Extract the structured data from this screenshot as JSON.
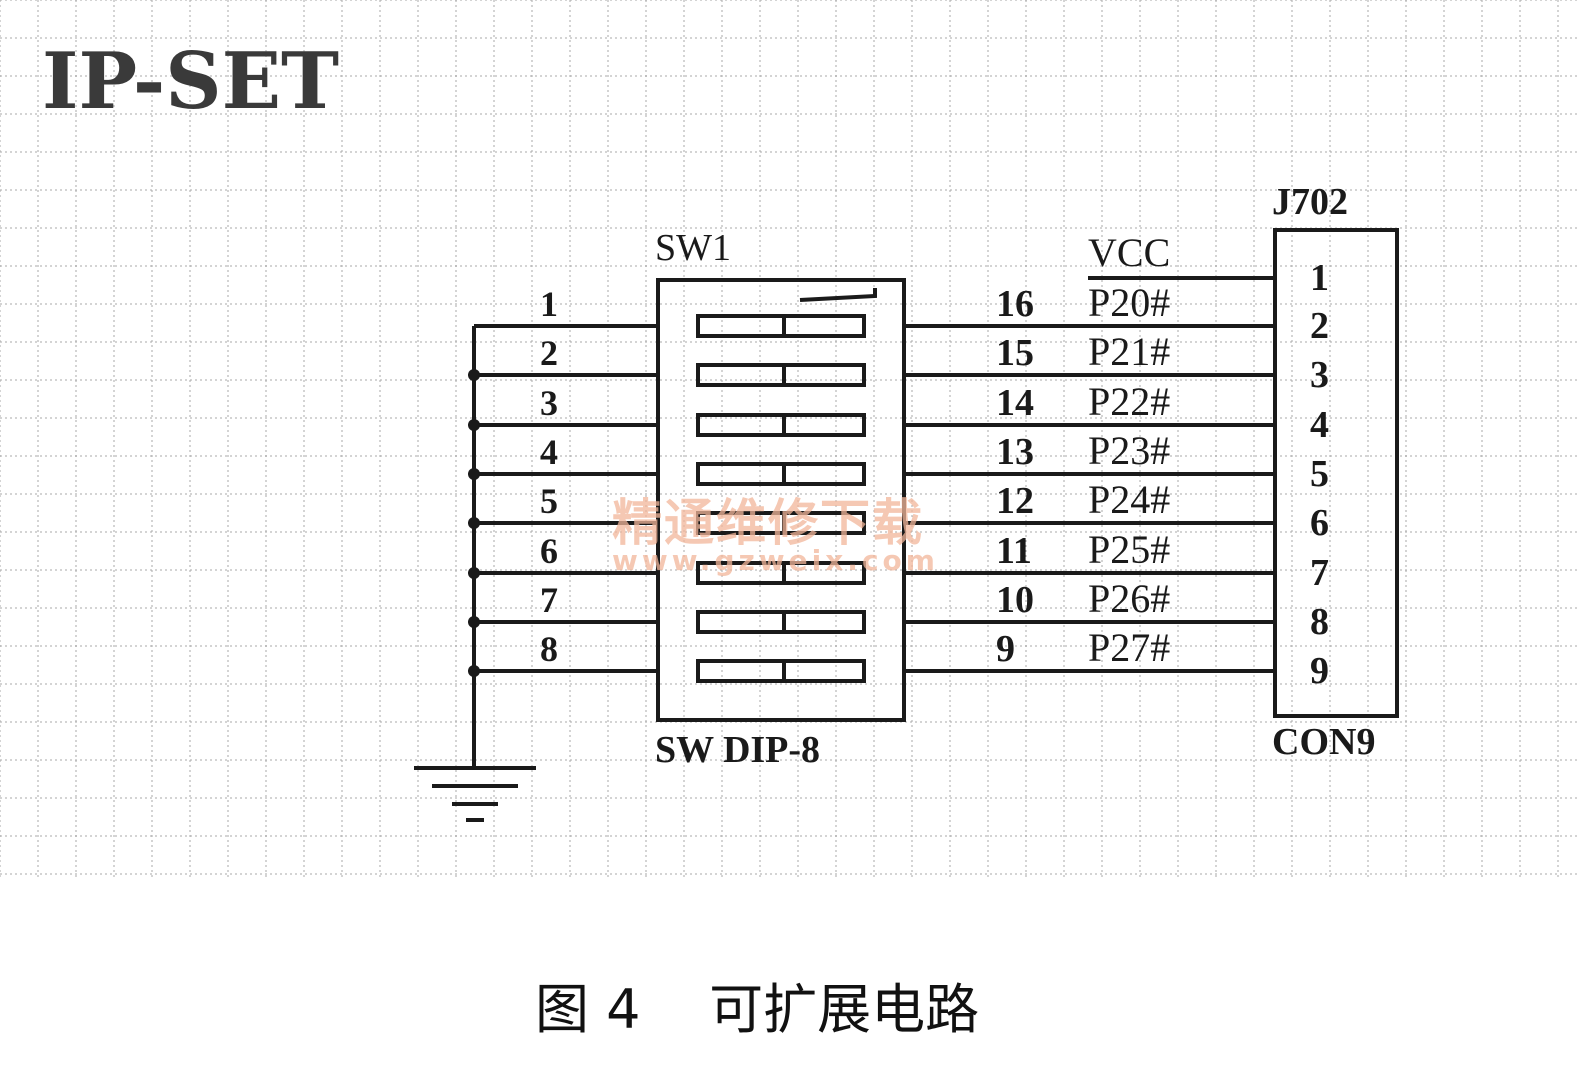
{
  "title": "IP-SET",
  "switch": {
    "ref": "SW1",
    "part": "SW DIP-8",
    "left_pins": [
      "1",
      "2",
      "3",
      "4",
      "5",
      "6",
      "7",
      "8"
    ],
    "right_pins": [
      "16",
      "15",
      "14",
      "13",
      "12",
      "11",
      "10",
      "9"
    ]
  },
  "connector": {
    "ref": "J702",
    "part": "CON9",
    "pins": [
      "1",
      "2",
      "3",
      "4",
      "5",
      "6",
      "7",
      "8",
      "9"
    ]
  },
  "nets": {
    "vcc": "VCC",
    "signals": [
      "P20#",
      "P21#",
      "P22#",
      "P23#",
      "P24#",
      "P25#",
      "P26#",
      "P27#"
    ]
  },
  "watermark": {
    "main": "精通维修下载",
    "url": "www.gzweix.com"
  },
  "caption": "图 4    可扩展电路"
}
